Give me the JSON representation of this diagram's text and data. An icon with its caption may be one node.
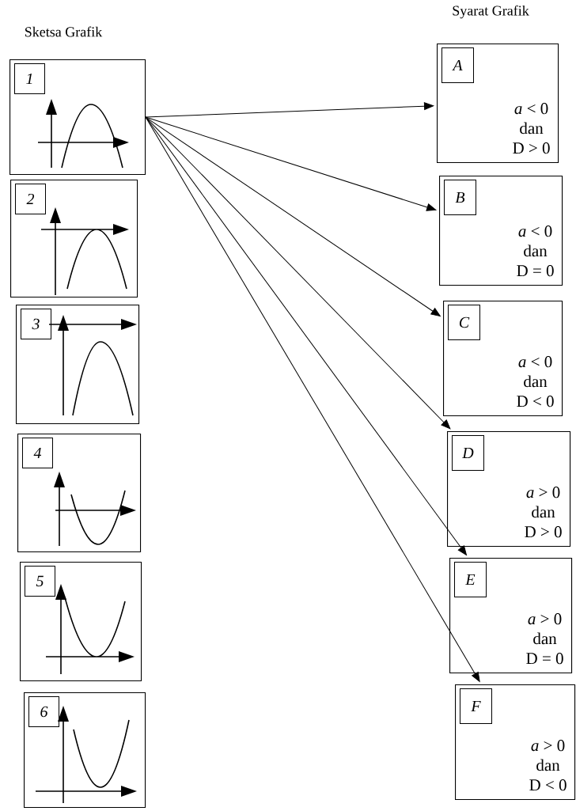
{
  "diagram": {
    "nodes": [
      {
        "text": [],
        "shape": "box"
      },
      {
        "text": [
          "1"
        ],
        "in": 0
      },
      {
        "text": [],
        "shape": "box"
      },
      {
        "text": [
          "2"
        ],
        "in": 2
      },
      {
        "text": [],
        "shape": "box"
      },
      {
        "text": [
          "3"
        ],
        "in": 4
      },
      {
        "text": [],
        "shape": "box"
      },
      {
        "text": [
          "4"
        ],
        "in": 6
      },
      {
        "text": [],
        "shape": "box"
      },
      {
        "text": [
          "5"
        ],
        "in": 8
      },
      {
        "text": [],
        "shape": "box"
      },
      {
        "text": [
          "6"
        ],
        "in": 10
      },
      {
        "text": [
          "*a* < 0",
          "dan",
          "D > 0"
        ]
      },
      {
        "text": [
          "A"
        ],
        "in": 12
      },
      {
        "text": [
          "*a* < 0",
          "dan",
          "D = 0"
        ]
      },
      {
        "text": [
          "B"
        ],
        "in": 14
      },
      {
        "text": [
          "*a* < 0",
          "dan",
          "D < 0"
        ]
      },
      {
        "text": [
          "C"
        ],
        "in": 16
      },
      {
        "text": [
          "*a* > 0",
          "dan",
          "D > 0"
        ]
      },
      {
        "text": [
          "D"
        ],
        "in": 18
      },
      {
        "text": [
          "*a* > 0",
          "dan",
          "D = 0"
        ]
      },
      {
        "text": [
          "E"
        ],
        "in": 20
      },
      {
        "text": [
          "*a* > 0",
          "dan",
          "D < 0"
        ]
      },
      {
        "text": [
          "F"
        ],
        "in": 22
      }
    ],
    "edges": [
      {
        "from": 0,
        "to": 12,
        "arrow": "to"
      },
      {
        "from": 0,
        "to": 14,
        "arrow": "to"
      },
      {
        "from": 0,
        "to": 16,
        "arrow": "to"
      },
      {
        "from": 0,
        "to": 18,
        "arrow": "to"
      },
      {
        "from": 0,
        "to": 20,
        "arrow": "to"
      },
      {
        "from": 0,
        "to": 22,
        "arrow": "to"
      }
    ],
    "labels": [
      "Sketsa Grafik",
      "Syarat Grafik"
    ]
  }
}
